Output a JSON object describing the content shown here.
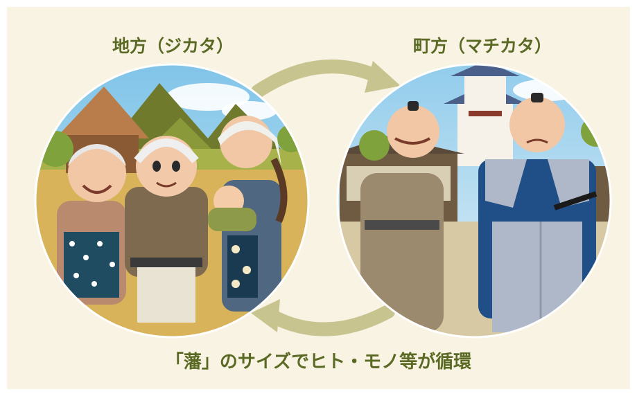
{
  "left_circle": {
    "label": "地方（ジカタ）"
  },
  "right_circle": {
    "label": "町方（マチカタ）"
  },
  "caption": "「藩」のサイズでヒト・モノ等が循環",
  "colors": {
    "background": "#f8f3e2",
    "text": "#5a6a24",
    "arrow": "#c8c490"
  }
}
